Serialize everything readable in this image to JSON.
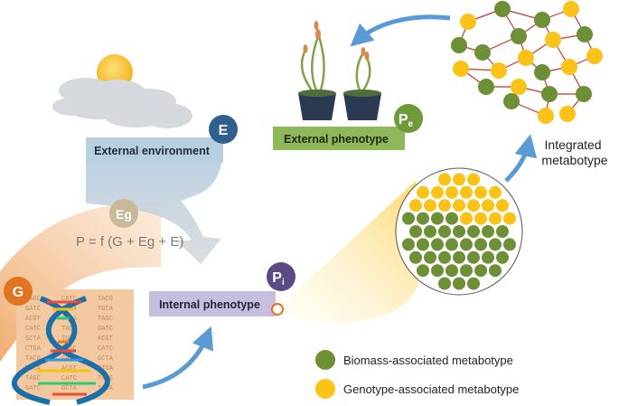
{
  "colors": {
    "environment": "#2e5f8e",
    "environment_box": "#b8cfe0",
    "genotype": "#e2731f",
    "genotype_band": "#f3c9a2",
    "interaction": "#c9b99a",
    "internal": "#5a4a85",
    "internal_box": "#c6bedd",
    "external": "#6e9a3a",
    "external_box": "#8fb85a",
    "biomass": "#6d8f35",
    "genotype_metabolite": "#fbc318",
    "arrow": "#5b9bd5",
    "edge": "#c0392b",
    "formula_text": "#7a7a7a"
  },
  "nodes": {
    "environment": {
      "badge": "E",
      "label": "External environment"
    },
    "interaction": {
      "badge": "Eg"
    },
    "genotype": {
      "badge": "G"
    },
    "internal": {
      "badge": "P",
      "badge_sub": "i",
      "label": "Internal phenotype"
    },
    "external": {
      "badge": "P",
      "badge_sub": "e",
      "label": "External phenotype"
    }
  },
  "formula": "P = f (G + Eg + E)",
  "integrated": {
    "line1": "Integrated",
    "line2": "metabotype"
  },
  "legend": [
    {
      "key": "biomass",
      "label": "Biomass-associated metabotype"
    },
    {
      "key": "genotype_metabolite",
      "label": "Genotype-associated metabotype"
    }
  ],
  "dna_sequence_text": [
    "TAGC",
    "CATC",
    "TACG",
    "GATC",
    "GCTA",
    "TGCA",
    "ACGT",
    "CTGA"
  ]
}
